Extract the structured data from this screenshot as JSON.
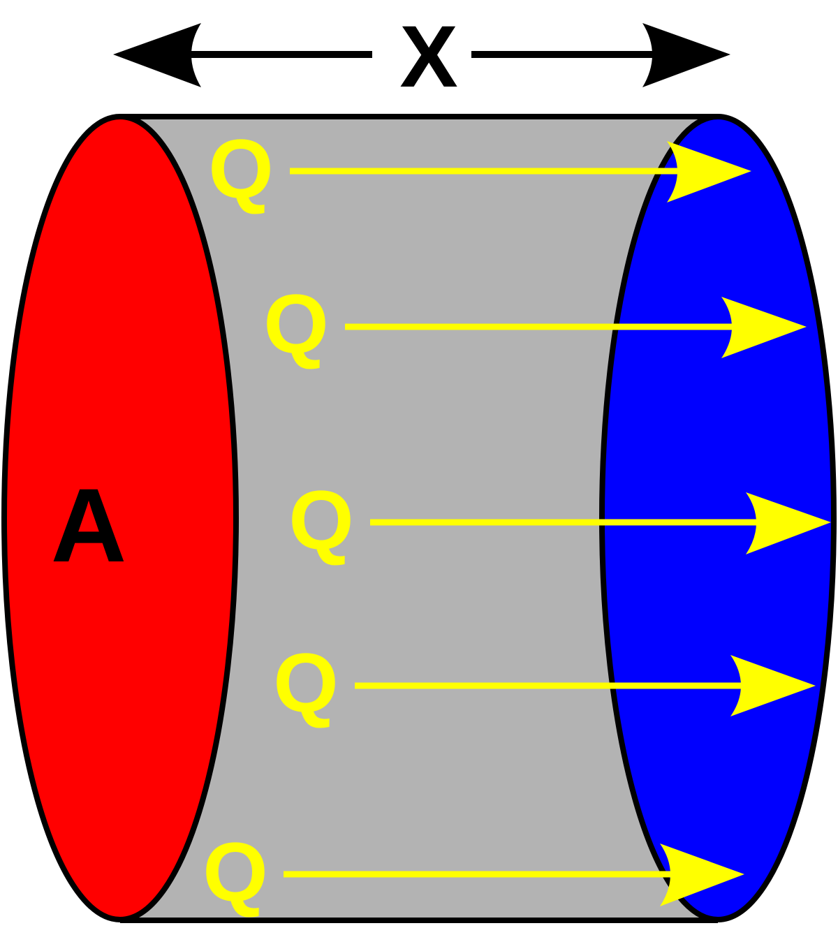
{
  "diagram": {
    "length_label": "X",
    "area_label": "A",
    "flow_labels": [
      "Q",
      "Q",
      "Q",
      "Q",
      "Q"
    ]
  },
  "colors": {
    "background": "#ffffff",
    "hot_face": "#ff0000",
    "cold_face": "#0000ff",
    "body": "#b3b3b3",
    "outline": "#000000",
    "flow": "#ffff00",
    "label": "#000000"
  },
  "icons": {
    "dimension_arrow_left": "arrowhead-left-icon",
    "dimension_arrow_right": "arrowhead-right-icon",
    "flow_arrow": "arrowhead-right-icon"
  }
}
